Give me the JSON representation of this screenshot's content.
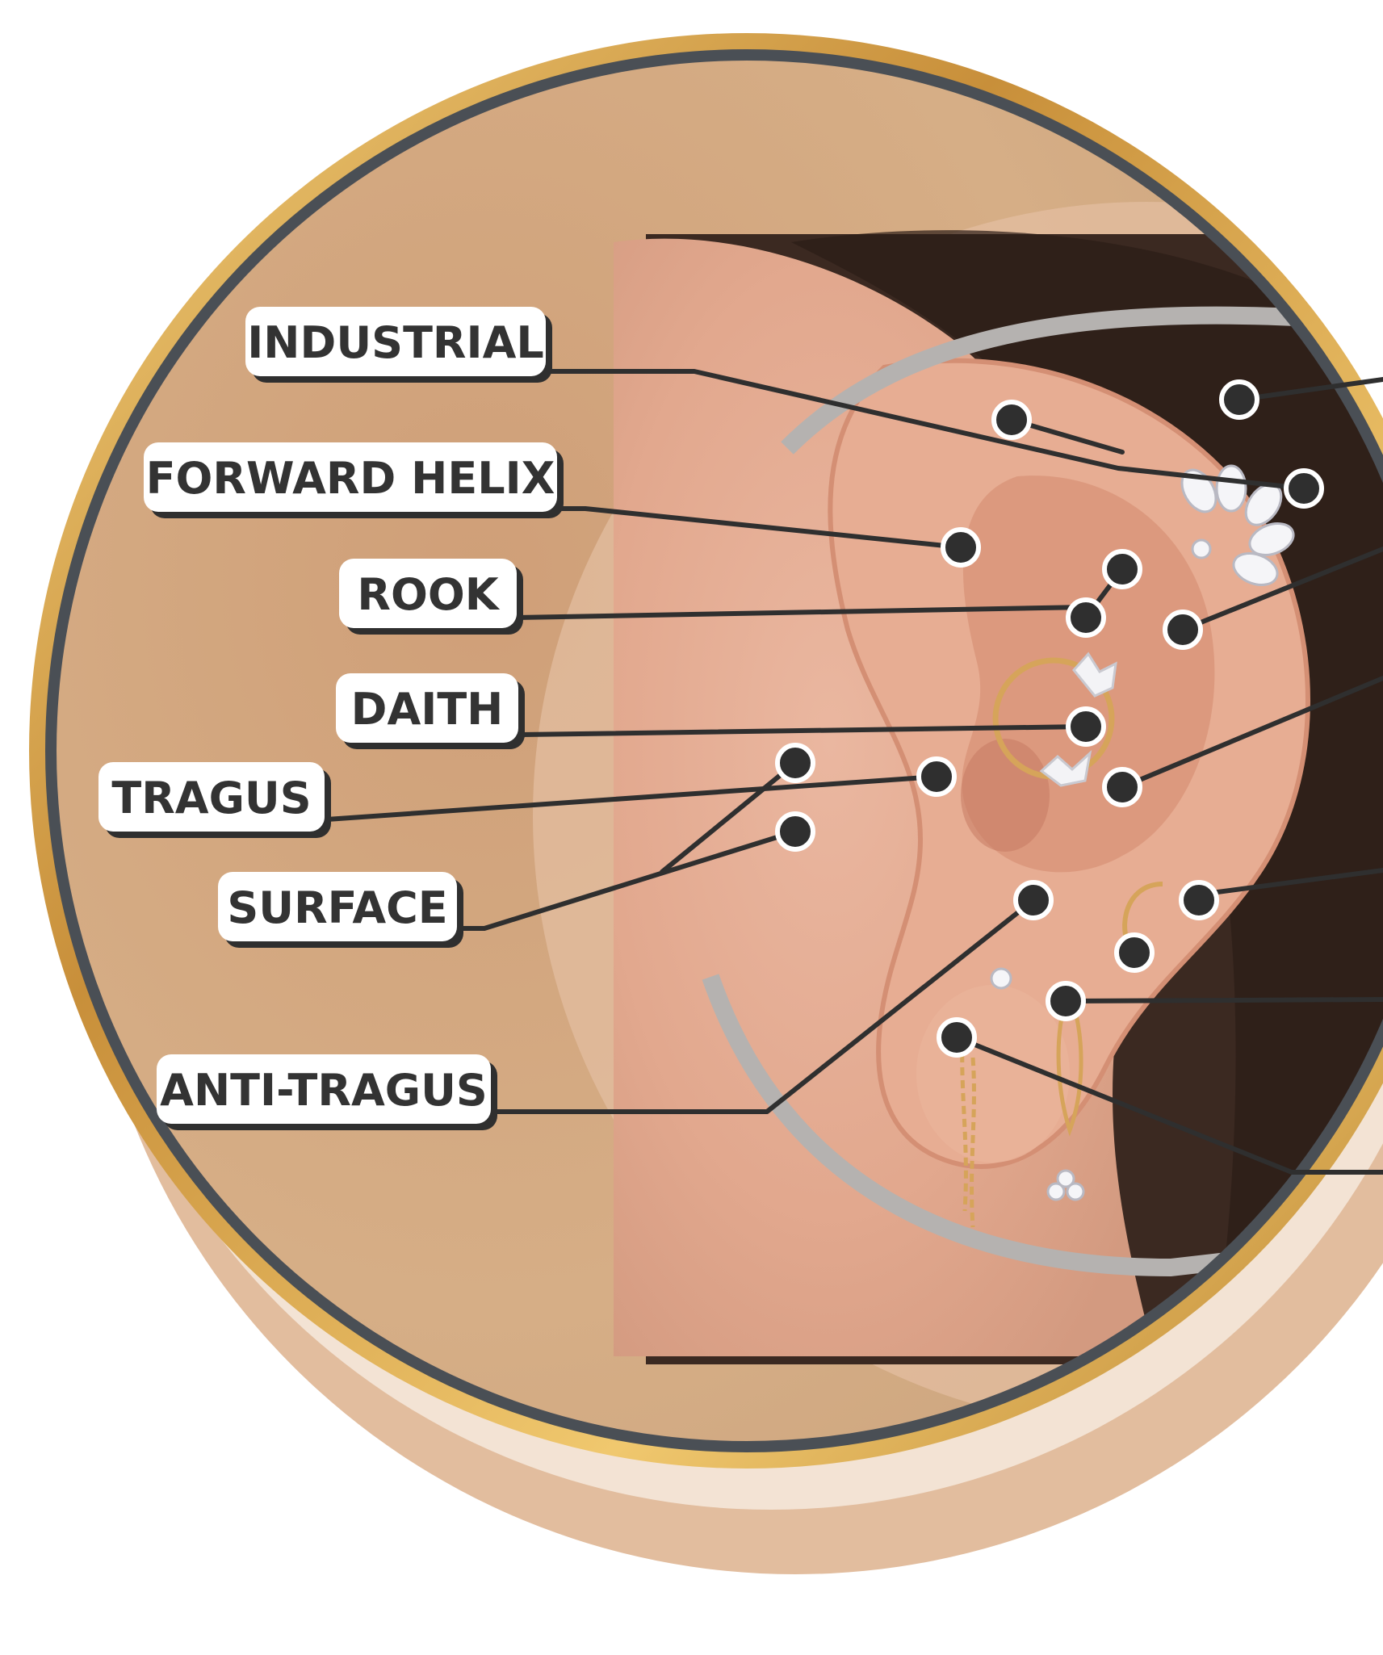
{
  "diagram": {
    "labels": [
      {
        "id": "industrial",
        "text": "INDUSTRIAL"
      },
      {
        "id": "forward-helix",
        "text": "FORWARD HELIX"
      },
      {
        "id": "rook",
        "text": "ROOK"
      },
      {
        "id": "daith",
        "text": "DAITH"
      },
      {
        "id": "tragus",
        "text": "TRAGUS"
      },
      {
        "id": "surface",
        "text": "SURFACE"
      },
      {
        "id": "anti-tragus",
        "text": "ANTI-TRAGUS"
      }
    ]
  },
  "colors": {
    "background_tan": "#d3a983",
    "rim_dark": "#4a4f55",
    "rim_gold": "#d9a441",
    "shadow_peach": "#e2bd9e",
    "skin": "#e4ae95",
    "hair": "#3a2820",
    "pointer_dot": "#2f2f2f",
    "label_fill": "#ffffff",
    "label_text": "#333333",
    "leader_line": "#2f2f2f"
  }
}
